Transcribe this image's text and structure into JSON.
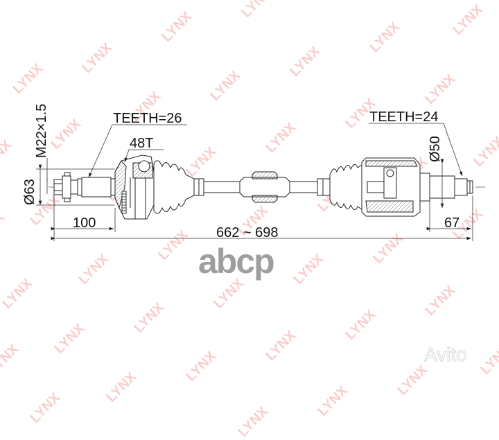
{
  "watermark": {
    "brand": "LYNX",
    "color": "#f5b5b5",
    "positions": [
      [
        15,
        85
      ],
      [
        115,
        55
      ],
      [
        230,
        10
      ],
      [
        345,
        -25
      ],
      [
        460,
        -55
      ],
      [
        580,
        -80
      ],
      [
        -30,
        195
      ],
      [
        70,
        165
      ],
      [
        185,
        125
      ],
      [
        300,
        95
      ],
      [
        415,
        60
      ],
      [
        530,
        25
      ],
      [
        650,
        0
      ],
      [
        -40,
        300
      ],
      [
        40,
        275
      ],
      [
        150,
        240
      ],
      [
        265,
        205
      ],
      [
        380,
        170
      ],
      [
        495,
        135
      ],
      [
        610,
        100
      ],
      [
        0,
        395
      ],
      [
        110,
        360
      ],
      [
        225,
        325
      ],
      [
        340,
        290
      ],
      [
        455,
        255
      ],
      [
        570,
        220
      ],
      [
        680,
        190
      ],
      [
        -20,
        490
      ],
      [
        75,
        460
      ],
      [
        190,
        430
      ],
      [
        305,
        395
      ],
      [
        420,
        360
      ],
      [
        535,
        330
      ],
      [
        650,
        295
      ],
      [
        40,
        560
      ],
      [
        150,
        530
      ],
      [
        265,
        500
      ],
      [
        380,
        470
      ],
      [
        495,
        440
      ],
      [
        610,
        405
      ],
      [
        340,
        580
      ],
      [
        455,
        550
      ],
      [
        570,
        520
      ],
      [
        690,
        490
      ]
    ]
  },
  "drawing": {
    "part": "CV drive shaft",
    "labels": {
      "teeth_left": "TEETH=26",
      "teeth_right": "TEETH=24",
      "abs_ring": "48T",
      "thread": "M22×1.5",
      "diameter_left": "Ø63",
      "diameter_right": "Ø50",
      "length_left": "100",
      "length_total": "662 ~ 698",
      "length_right": "67"
    }
  },
  "overlays": {
    "abcp_logo": "abcp",
    "avito_logo": "Avito"
  }
}
